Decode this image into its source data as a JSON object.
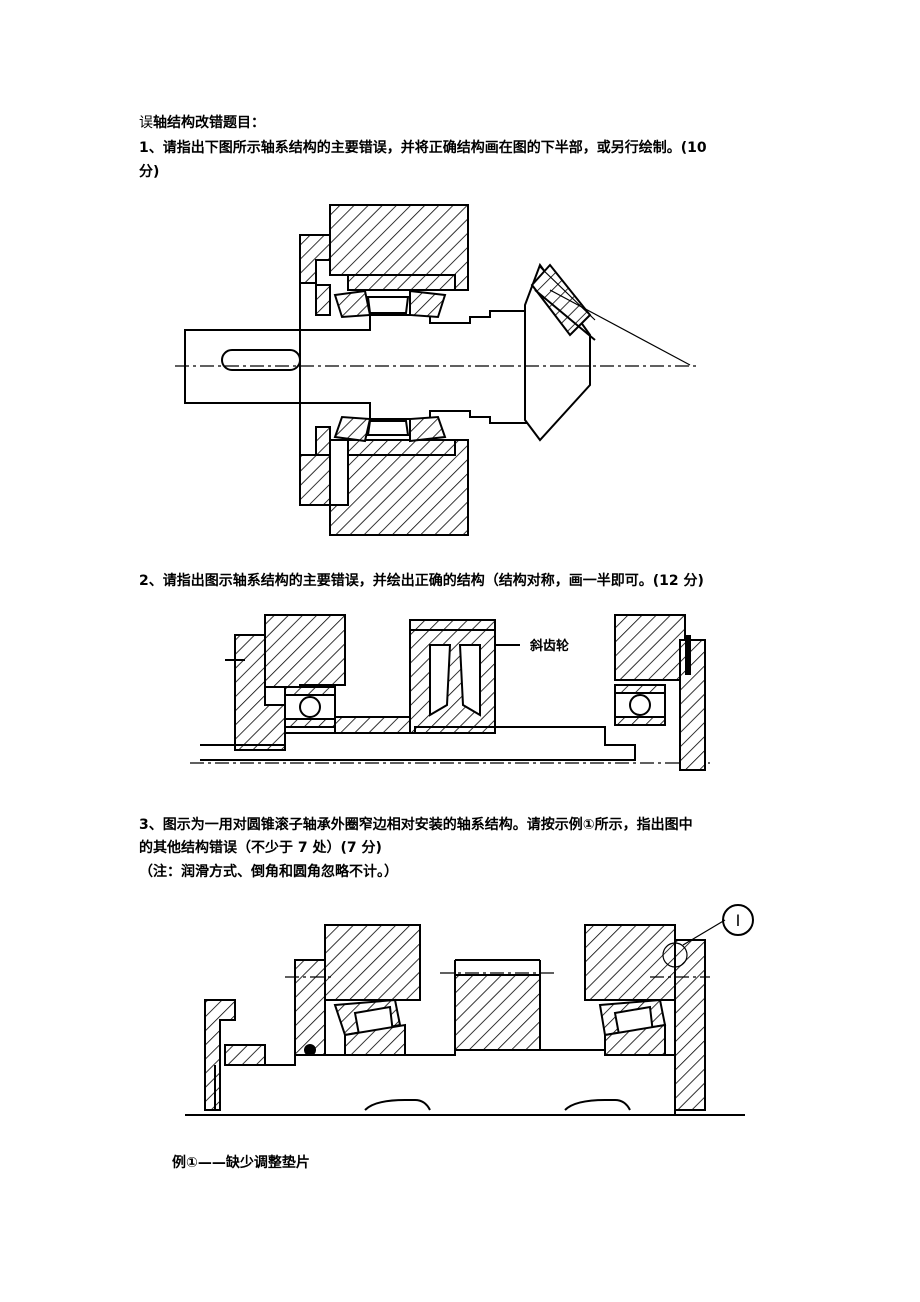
{
  "header": {
    "title_prefix": "误",
    "title": "轴结构改错题目："
  },
  "q1": {
    "line1": "1、请指出下图所示轴系结构的主要错误，并将正确结构画在图的下半部，或另行绘制。(10",
    "line2": "分)"
  },
  "q2": {
    "line1": "2、请指出图示轴系结构的主要错误，并绘出正确的结构（结构对称，画一半即可。(12 分)",
    "gear_label": "斜齿轮"
  },
  "q3": {
    "line1": "3、图示为一用对圆锥滚子轴承外圈窄边相对安装的轴系结构。请按示例①所示，指出图中",
    "line2": "的其他结构错误（不少于 7 处）(7 分)",
    "note": "（注：润滑方式、倒角和圆角忽略不计。）",
    "callout": "I",
    "example": "例①——缺少调整垫片"
  }
}
